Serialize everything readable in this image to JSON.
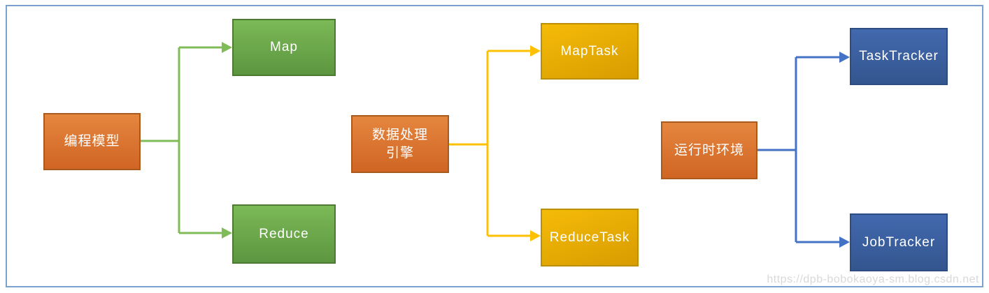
{
  "diagram": {
    "title_hint": "Hadoop MapReduce concept diagram",
    "watermark": "https://dpb-bobokaoya-sm.blog.csdn.net",
    "groups": [
      {
        "root": {
          "label": "编程模型"
        },
        "children": [
          {
            "label": "Map"
          },
          {
            "label": "Reduce"
          }
        ],
        "connector_color": "#7fbc59"
      },
      {
        "root": {
          "label": "数据处理\n引擎"
        },
        "children": [
          {
            "label": "MapTask"
          },
          {
            "label": "ReduceTask"
          }
        ],
        "connector_color": "#ffc000"
      },
      {
        "root": {
          "label": "运行时环境"
        },
        "children": [
          {
            "label": "TaskTracker"
          },
          {
            "label": "JobTracker"
          }
        ],
        "connector_color": "#4472c4"
      }
    ],
    "colors": {
      "root_fill": "#dd7533",
      "root_border": "#a85a1f",
      "green_fill": "#6cab4c",
      "green_border": "#4c7a31",
      "gold_fill": "#e8ab00",
      "gold_border": "#bc8f00",
      "blue_fill": "#3c62a7",
      "blue_border": "#2c4c82",
      "frame_border": "#7ba1d1",
      "watermark_text": "#d9d9d9",
      "label_text": "#ffffff"
    }
  }
}
